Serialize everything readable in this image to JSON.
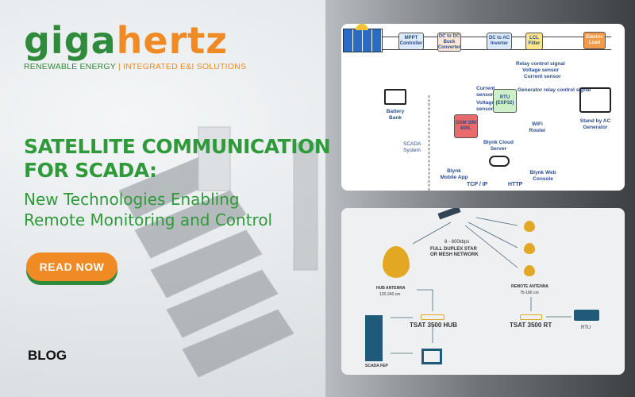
{
  "brand": {
    "logo_part1": "giga",
    "logo_part2": "hertz",
    "tagline_left": "RENEWABLE ENERGY",
    "tagline_sep": "|",
    "tagline_right": "INTEGRATED E&I SOLUTIONS",
    "green": "#2f8a3c",
    "orange": "#f08a24"
  },
  "headline": {
    "line1": "SATELLITE COMMUNICATION",
    "line2": "FOR SCADA:",
    "sub1": "New Technologies Enabling",
    "sub2": "Remote Monitoring and Control"
  },
  "cta": {
    "label": "READ NOW"
  },
  "category": "BLOG",
  "diagram1": {
    "mppt": "MPPT Controller",
    "buck": "DC to DC Buck Converter",
    "inverter": "DC to AC Inverter",
    "lcl": "LCL Filter",
    "load": "Electric Load",
    "relay": "Relay control signal",
    "vsensor": "Voltage sensor",
    "csensor": "Current sensor",
    "genrelay": "Generator relay control signal",
    "current": "Current sensor",
    "voltage": "Voltage sensor",
    "rtu": "RTU (ESP32)",
    "battery": "Battery Bank",
    "gsm": "GSM SIM 800L",
    "wifi": "WiFi Router",
    "generator": "Stand by AC Generator",
    "scada": "SCADA System",
    "cloud": "Blynk Cloud Server",
    "mobile": "Blynk Mobile App",
    "web": "Blynk Web Console",
    "tcp": "TCP / IP",
    "http": "HTTP"
  },
  "diagram2": {
    "rate": "8 - 800kbps",
    "network1": "FULL DUPLEX STAR",
    "network2": "OR MESH NETWORK",
    "hub_antenna": "HUB ANTENNA",
    "hub_size": "120-240 cm",
    "remote_antenna": "REMOTE ANTENNA",
    "remote_size": "75-180 cm",
    "hub": "TSAT 3500 HUB",
    "rt": "TSAT 3500 RT",
    "rtu": "RTU",
    "scada": "SCADA FEP"
  }
}
